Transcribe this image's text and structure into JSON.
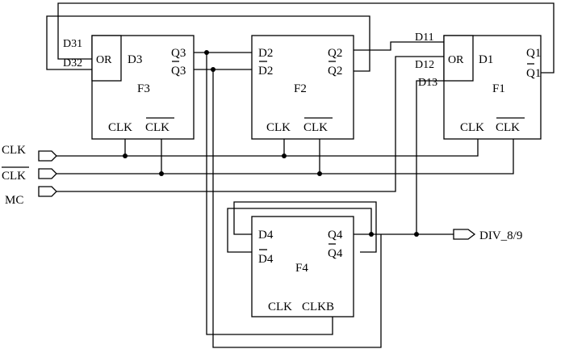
{
  "inputs": {
    "clk": "CLK",
    "clk_bar": "CLK",
    "mc": "MC"
  },
  "output": {
    "label": "DIV_8/9"
  },
  "f3": {
    "name": "F3",
    "or": "OR",
    "d31": "D31",
    "d32": "D32",
    "d3": "D3",
    "q3": "Q3",
    "q3_bar": "Q3",
    "clk": "CLK",
    "clk_bar": "CLK"
  },
  "f2": {
    "name": "F2",
    "d2": "D2",
    "d2_bar": "D2",
    "q2": "Q2",
    "q2_bar": "Q2",
    "clk": "CLK",
    "clk_bar": "CLK"
  },
  "f1": {
    "name": "F1",
    "or": "OR",
    "d11": "D11",
    "d12": "D12",
    "d13": "D13",
    "d1": "D1",
    "q1": "Q1",
    "q1_bar": "Q1",
    "clk": "CLK",
    "clk_bar": "CLK"
  },
  "f4": {
    "name": "F4",
    "d4": "D4",
    "d4_bar": "D4",
    "q4": "Q4",
    "q4_bar": "Q4",
    "clk": "CLK",
    "clkb": "CLKB"
  }
}
